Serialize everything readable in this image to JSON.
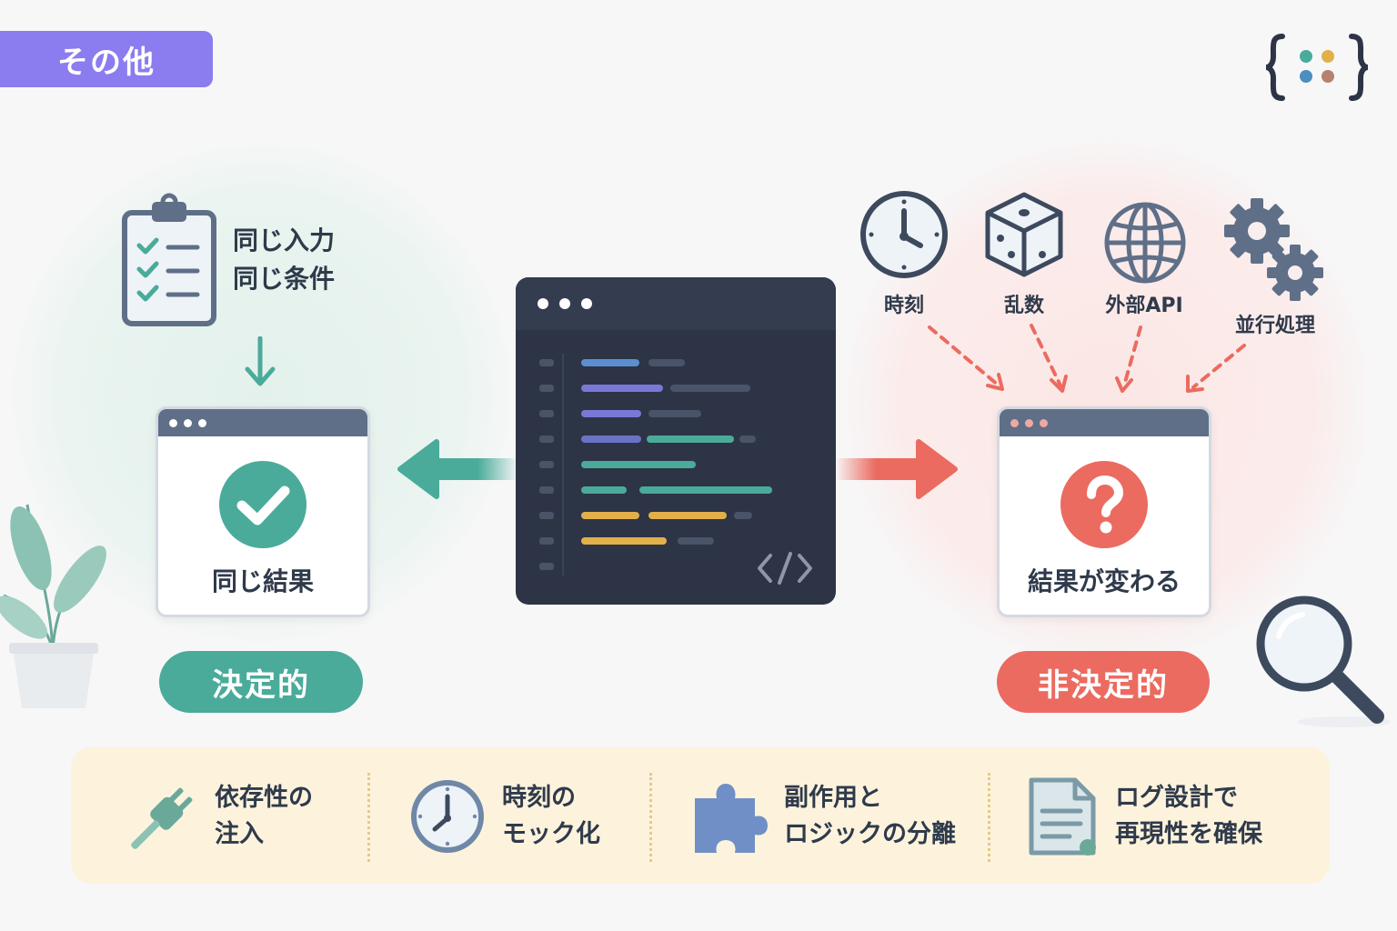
{
  "tag": "その他",
  "left": {
    "condition_lines": [
      "同じ入力",
      "同じ条件"
    ],
    "result_label": "同じ結果",
    "pill": "決定的"
  },
  "right": {
    "factors": [
      "時刻",
      "乱数",
      "外部API",
      "並行処理"
    ],
    "result_label": "結果が変わる",
    "pill": "非決定的"
  },
  "tips": [
    {
      "icon": "plug-icon",
      "lines": [
        "依存性の",
        "注入"
      ]
    },
    {
      "icon": "clock-icon",
      "lines": [
        "時刻の",
        "モック化"
      ]
    },
    {
      "icon": "puzzle-icon",
      "lines": [
        "副作用と",
        "ロジックの分離"
      ]
    },
    {
      "icon": "document-icon",
      "lines": [
        "ログ設計で",
        "再現性を確保"
      ]
    }
  ],
  "colors": {
    "accent": "#8b7cf0",
    "deterministic": "#4aab9a",
    "nondeterministic": "#eb6b60",
    "code_bg": "#2d3446",
    "tips_bg": "#fdf3dc"
  }
}
